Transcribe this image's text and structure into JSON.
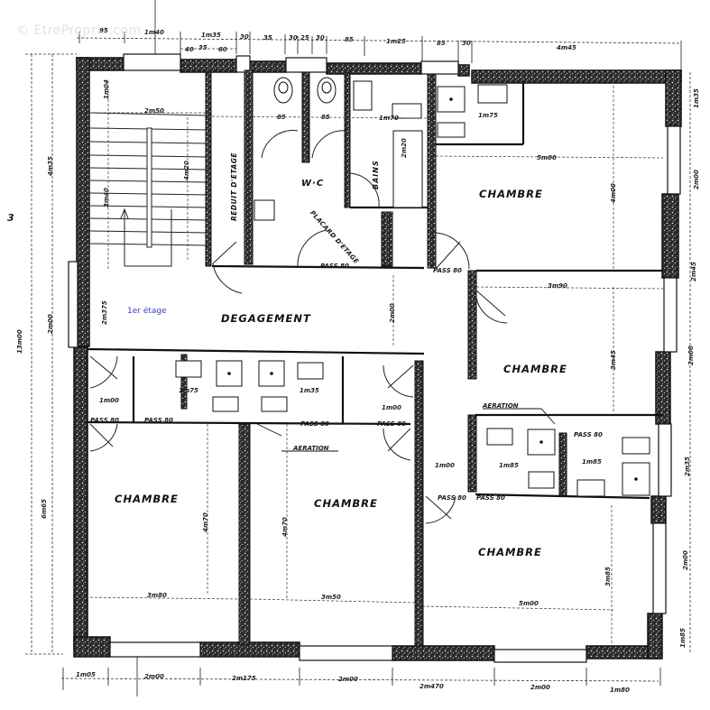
{
  "watermark": "© EtreProprio.com",
  "floor_label": "1er étage",
  "rooms": {
    "chambre_ne": "CHAMBRE",
    "chambre_e": "CHAMBRE",
    "chambre_sw": "CHAMBRE",
    "chambre_s": "CHAMBRE",
    "chambre_se": "CHAMBRE",
    "degagement": "DEGAGEMENT",
    "wc": "W·C",
    "bains": "BAINS",
    "reduit": "REDUIT D'ETAGE",
    "placard": "PLACARD D'ETAGE"
  },
  "annotations": {
    "aeration_1": "AERATION",
    "aeration_2": "AERATION",
    "pass": "PASS 80",
    "escalier_mark": "3"
  },
  "dimensions": {
    "top": [
      "95",
      "1m40",
      "1m35",
      "40",
      "35",
      "60",
      "30",
      "35",
      "30",
      "25",
      "30",
      "85",
      "1m25",
      "85",
      "30",
      "4m45"
    ],
    "bottom": [
      "1m05",
      "2m00",
      "2m175",
      "2m00",
      "2m470",
      "2m00",
      "1m80"
    ],
    "left": [
      "4m35",
      "2m00",
      "6m65",
      "13m00"
    ],
    "right": [
      "1m35",
      "2m00",
      "2m45",
      "2m00",
      "2m35",
      "2m00",
      "1m85"
    ],
    "interior": {
      "stair_top": "1m04",
      "stair_width": "2m50",
      "stair_len": "3m40",
      "stair_right": "4m20",
      "deg_left": "2m375",
      "deg_right": "2m00",
      "chambre_ne_w": "5m00",
      "chambre_ne_h": "4m00",
      "sdb_ne_w": "1m75",
      "chambre_e_w": "3m90",
      "chambre_e_h": "3m45",
      "sdb_e_w1": "1m85",
      "sdb_e_w2": "1m85",
      "chambre_sw_w": "3m80",
      "chambre_sw_h": "4m70",
      "chambre_s_w": "3m50",
      "chambre_s_h": "4m70",
      "chambre_se_w": "5m00",
      "chambre_se_h": "3m85",
      "sdb_sw_w": "1m75",
      "sdb_s_w": "1m35",
      "closet_sw": "1m00",
      "closet_s": "1m00",
      "corridor_e": "1m00",
      "wc_w1": "85",
      "wc_w2": "85",
      "bains_w": "1m70",
      "bains_h": "2m20"
    }
  },
  "colors": {
    "wall": "#1a1a1a",
    "wall_texture": "#555555",
    "line": "#222222",
    "floor_tag": "#3a3acc",
    "watermark": "#e2e2e2"
  }
}
